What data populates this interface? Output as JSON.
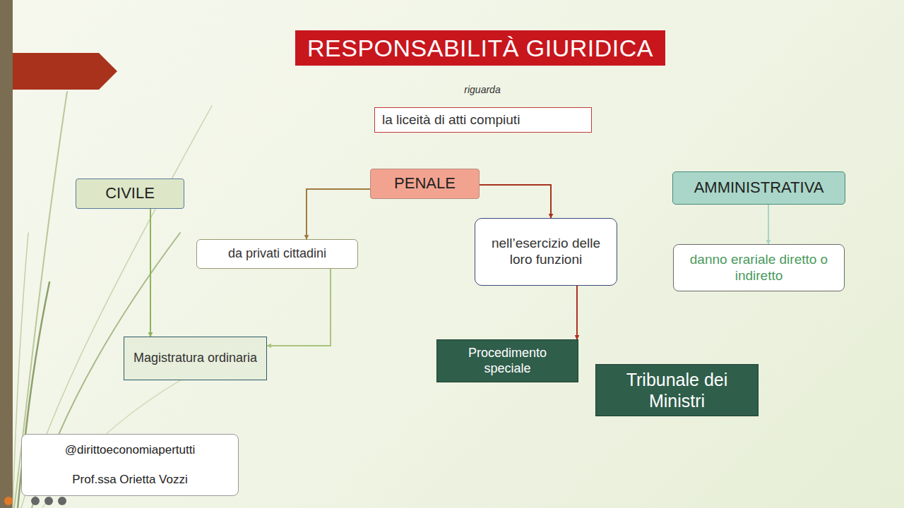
{
  "diagram": {
    "title": "RESPONSABILITÀ GIURIDICA",
    "nodes": [
      {
        "text": [
          "la liceità di atti compiuti"
        ]
      },
      {
        "text": [
          "CIVILE"
        ]
      },
      {
        "text": [
          "PENALE"
        ]
      },
      {
        "text": [
          "AMMINISTRATIVA"
        ]
      },
      {
        "text": [
          "da privati cittadini"
        ]
      },
      {
        "text": [
          "nell’esercizio delle loro funzioni"
        ]
      },
      {
        "text": [
          "danno erariale diretto o indiretto"
        ]
      },
      {
        "text": [
          "Magistratura ordinaria"
        ]
      },
      {
        "text": [
          "Procedimento speciale"
        ]
      },
      {
        "text": [
          "Tribunale dei Ministri"
        ]
      },
      {
        "text": [
          "@dirittoeconomiapertutti",
          "Prof.ssa Orietta Vozzi"
        ]
      }
    ],
    "edges": [
      {
        "from": 1,
        "to": 7,
        "arrow": "to"
      },
      {
        "from": 2,
        "to": 4,
        "arrow": "to"
      },
      {
        "from": 2,
        "to": 5,
        "arrow": "to"
      },
      {
        "from": 4,
        "to": 7,
        "arrow": "to"
      },
      {
        "from": 5,
        "to": 8,
        "arrow": "to"
      },
      {
        "from": 3,
        "to": 6,
        "arrow": "to"
      }
    ],
    "labels": [
      "riguarda"
    ]
  }
}
